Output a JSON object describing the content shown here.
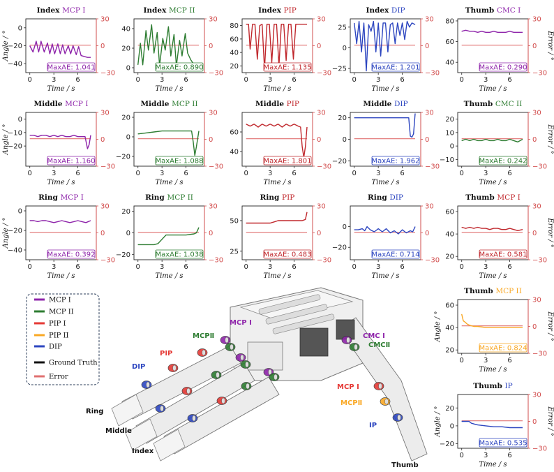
{
  "legend": {
    "items": [
      {
        "label": "MCP I",
        "color": "#8e24aa"
      },
      {
        "label": "MCP II",
        "color": "#2e7d32"
      },
      {
        "label": "PIP I",
        "color": "#e53935"
      },
      {
        "label": "PIP II",
        "color": "#f9a825"
      },
      {
        "label": "DIP",
        "color": "#2d46c0"
      },
      {
        "label": "Ground Truth",
        "color": "#111111"
      },
      {
        "label": "Error",
        "color": "#e07070"
      }
    ]
  },
  "axis_text": {
    "angle": "Angle / °",
    "error": "Error / °",
    "time": "Time / s"
  },
  "hand_labels": [
    {
      "text": "MCP I",
      "color": "#8e24aa"
    },
    {
      "text": "MCPⅡ",
      "color": "#2e7d32"
    },
    {
      "text": "PIP",
      "color": "#e53935"
    },
    {
      "text": "DIP",
      "color": "#2d46c0"
    },
    {
      "text": "CMC I",
      "color": "#8e24aa"
    },
    {
      "text": "CMCⅡ",
      "color": "#2e7d32"
    },
    {
      "text": "MCP I",
      "color": "#e53935"
    },
    {
      "text": "MCPⅡ",
      "color": "#f9a825"
    },
    {
      "text": "IP",
      "color": "#2d46c0"
    },
    {
      "text": "Ring",
      "color": "#111111"
    },
    {
      "text": "Middle",
      "color": "#111111"
    },
    {
      "text": "Index",
      "color": "#111111"
    },
    {
      "text": "Thumb",
      "color": "#111111"
    }
  ],
  "chart_data": [
    {
      "type": "line",
      "title_prefix": "Index",
      "title_joint": "MCP I",
      "color": "#8e24aa",
      "ylim": [
        -50,
        10
      ],
      "yticks": [
        -40,
        -20,
        0
      ],
      "y2lim": [
        -30,
        30
      ],
      "y2ticks": [
        -30,
        0,
        30
      ],
      "xlim": [
        -0.5,
        8.3
      ],
      "xticks": [
        0,
        3,
        6
      ],
      "x": [
        0,
        0.4,
        0.8,
        1.1,
        1.4,
        1.8,
        2.2,
        2.5,
        2.8,
        3.1,
        3.5,
        3.8,
        4.1,
        4.4,
        4.8,
        5.1,
        5.4,
        5.8,
        6.1,
        6.4,
        6.8,
        7.2,
        7.6
      ],
      "y": [
        -20,
        -27,
        -15,
        -27,
        -15,
        -27,
        -17,
        -29,
        -18,
        -29,
        -18,
        -29,
        -19,
        -29,
        -20,
        -29,
        -20,
        -30,
        -21,
        -31,
        -32,
        -33,
        -33
      ],
      "max_ae": "MaxAE: 1.041"
    },
    {
      "type": "line",
      "title_prefix": "Index",
      "title_joint": "MCP II",
      "color": "#2e7d32",
      "ylim": [
        -5,
        50
      ],
      "yticks": [
        0,
        20,
        40
      ],
      "y2lim": [
        -30,
        30
      ],
      "y2ticks": [
        -30,
        0,
        30
      ],
      "xlim": [
        -0.5,
        8.3
      ],
      "xticks": [
        0,
        3,
        6
      ],
      "x": [
        0,
        0.3,
        0.6,
        1.0,
        1.3,
        1.7,
        2.0,
        2.4,
        2.7,
        3.1,
        3.4,
        3.8,
        4.1,
        4.5,
        4.8,
        5.2,
        5.5,
        5.9,
        6.2,
        6.6,
        7.0,
        7.6
      ],
      "y": [
        3,
        25,
        3,
        38,
        18,
        44,
        15,
        36,
        2,
        30,
        18,
        42,
        12,
        34,
        2,
        28,
        12,
        35,
        15,
        8,
        3,
        3
      ],
      "max_ae": "MaxAE: 0.890"
    },
    {
      "type": "line",
      "title_prefix": "Index",
      "title_joint": "PIP",
      "color": "#c0282d",
      "ylim": [
        10,
        90
      ],
      "yticks": [
        20,
        40,
        60,
        80
      ],
      "y2lim": [
        -30,
        30
      ],
      "y2ticks": [
        -30,
        0,
        30
      ],
      "xlim": [
        -0.5,
        8.3
      ],
      "xticks": [
        0,
        3,
        6
      ],
      "x": [
        0,
        0.3,
        0.5,
        0.8,
        1.1,
        1.4,
        1.7,
        2.0,
        2.3,
        2.6,
        2.9,
        3.2,
        3.5,
        3.8,
        4.1,
        4.4,
        4.7,
        5.0,
        5.3,
        5.6,
        5.9,
        6.2,
        6.5,
        6.8,
        7.2,
        7.6
      ],
      "y": [
        82,
        82,
        45,
        82,
        82,
        30,
        80,
        82,
        15,
        82,
        82,
        25,
        82,
        82,
        20,
        82,
        82,
        28,
        82,
        82,
        30,
        82,
        82,
        82,
        82,
        82
      ],
      "max_ae": "MaxAE: 1.135"
    },
    {
      "type": "line",
      "title_prefix": "Index",
      "title_joint": "DIP",
      "color": "#2d46c0",
      "ylim": [
        -30,
        35
      ],
      "yticks": [
        -25,
        0,
        25
      ],
      "y2lim": [
        -30,
        30
      ],
      "y2ticks": [
        -30,
        0,
        30
      ],
      "xlim": [
        -0.5,
        8.3
      ],
      "xticks": [
        0,
        3,
        6
      ],
      "x": [
        0,
        0.3,
        0.6,
        0.9,
        1.2,
        1.5,
        1.8,
        2.1,
        2.4,
        2.7,
        3.0,
        3.3,
        3.6,
        3.9,
        4.2,
        4.5,
        4.8,
        5.1,
        5.4,
        5.7,
        6.0,
        6.3,
        6.6,
        6.9,
        7.2,
        7.6
      ],
      "y": [
        30,
        5,
        32,
        -5,
        30,
        -28,
        28,
        20,
        32,
        -5,
        30,
        -10,
        30,
        30,
        -5,
        28,
        30,
        5,
        30,
        15,
        30,
        10,
        32,
        25,
        30,
        28
      ],
      "max_ae": "MaxAE: 1.201"
    },
    {
      "type": "line",
      "title_prefix": "Thumb",
      "title_joint": "CMC I",
      "color": "#8e24aa",
      "ylim": [
        30,
        82
      ],
      "yticks": [
        40,
        60,
        80
      ],
      "y2lim": [
        -30,
        30
      ],
      "y2ticks": [
        -30,
        0,
        30
      ],
      "xlim": [
        -0.5,
        8.3
      ],
      "xticks": [
        0,
        3,
        6
      ],
      "x": [
        0,
        0.5,
        1,
        1.5,
        2,
        2.5,
        3,
        3.5,
        4,
        4.5,
        5,
        5.5,
        6,
        6.5,
        7,
        7.6
      ],
      "y": [
        70,
        71,
        70,
        70,
        69,
        70,
        69,
        69,
        70,
        69,
        69,
        69,
        70,
        69,
        69,
        69
      ],
      "max_ae": "MaxAE: 0.290"
    },
    {
      "type": "line",
      "title_prefix": "Middle",
      "title_joint": "MCP I",
      "color": "#8e24aa",
      "ylim": [
        -35,
        5
      ],
      "yticks": [
        -20,
        -10,
        0
      ],
      "y2lim": [
        -30,
        30
      ],
      "y2ticks": [
        -30,
        0,
        30
      ],
      "xlim": [
        -0.5,
        8.3
      ],
      "xticks": [
        0,
        3,
        6
      ],
      "x": [
        0,
        0.5,
        1,
        1.5,
        2,
        2.5,
        3,
        3.5,
        4,
        4.5,
        5,
        5.5,
        6,
        6.5,
        6.9,
        7.2,
        7.4,
        7.6
      ],
      "y": [
        -12,
        -12,
        -13,
        -12,
        -12,
        -13,
        -12,
        -13,
        -12,
        -13,
        -13,
        -12,
        -13,
        -13,
        -13,
        -22,
        -19,
        -12
      ],
      "max_ae": "MaxAE: 1.160"
    },
    {
      "type": "line",
      "title_prefix": "Middle",
      "title_joint": "MCP II",
      "color": "#2e7d32",
      "ylim": [
        -30,
        25
      ],
      "yticks": [
        -20,
        0,
        20
      ],
      "y2lim": [
        -30,
        30
      ],
      "y2ticks": [
        -30,
        0,
        30
      ],
      "xlim": [
        -0.5,
        8.3
      ],
      "xticks": [
        0,
        3,
        6
      ],
      "x": [
        0,
        1,
        2,
        3,
        4,
        5,
        6,
        6.7,
        6.9,
        7.1,
        7.3,
        7.6
      ],
      "y": [
        3,
        4,
        5,
        6,
        6,
        6,
        6,
        6,
        -5,
        -19,
        -10,
        6
      ],
      "max_ae": "MaxAE: 1.088"
    },
    {
      "type": "line",
      "title_prefix": "Middle",
      "title_joint": "PIP",
      "color": "#c0282d",
      "ylim": [
        25,
        80
      ],
      "yticks": [
        40,
        60
      ],
      "y2lim": [
        -30,
        30
      ],
      "y2ticks": [
        -30,
        0,
        30
      ],
      "xlim": [
        -0.5,
        8.3
      ],
      "xticks": [
        0,
        3,
        6
      ],
      "x": [
        0,
        0.5,
        1,
        1.5,
        2,
        2.5,
        3,
        3.5,
        4,
        4.5,
        5,
        5.5,
        6,
        6.5,
        6.8,
        7.0,
        7.2,
        7.4,
        7.6
      ],
      "y": [
        68,
        66,
        68,
        65,
        68,
        66,
        68,
        66,
        68,
        65,
        68,
        66,
        68,
        66,
        65,
        45,
        34,
        45,
        65
      ],
      "max_ae": "MaxAE: 1.801"
    },
    {
      "type": "line",
      "title_prefix": "Middle",
      "title_joint": "DIP",
      "color": "#2d46c0",
      "ylim": [
        -25,
        25
      ],
      "yticks": [
        -20,
        0,
        20
      ],
      "y2lim": [
        -30,
        30
      ],
      "y2ticks": [
        -30,
        0,
        30
      ],
      "xlim": [
        -0.5,
        8.3
      ],
      "xticks": [
        0,
        3,
        6
      ],
      "x": [
        0,
        1,
        2,
        3,
        4,
        5,
        6,
        6.8,
        7.0,
        7.2,
        7.4,
        7.6
      ],
      "y": [
        20,
        20,
        20,
        20,
        20,
        20,
        20,
        20,
        3,
        2,
        5,
        24
      ],
      "max_ae": "MaxAE: 1.962"
    },
    {
      "type": "line",
      "title_prefix": "Thumb",
      "title_joint": "CMC II",
      "color": "#2e7d32",
      "ylim": [
        -15,
        25
      ],
      "yticks": [
        -10,
        0,
        10,
        20
      ],
      "y2lim": [
        -30,
        30
      ],
      "y2ticks": [
        -30,
        0,
        30
      ],
      "xlim": [
        -0.5,
        8.3
      ],
      "xticks": [
        0,
        3,
        6
      ],
      "x": [
        0,
        0.5,
        1,
        1.5,
        2,
        2.5,
        3,
        3.5,
        4,
        4.5,
        5,
        5.5,
        6,
        6.5,
        7,
        7.6
      ],
      "y": [
        4,
        5,
        4,
        5,
        4,
        4,
        5,
        4,
        4,
        5,
        4,
        4,
        5,
        4,
        3,
        5
      ],
      "max_ae": "MaxAE: 0.242"
    },
    {
      "type": "line",
      "title_prefix": "Ring",
      "title_joint": "MCP I",
      "color": "#8e24aa",
      "ylim": [
        -50,
        5
      ],
      "yticks": [
        -40,
        -20,
        0
      ],
      "y2lim": [
        -30,
        30
      ],
      "y2ticks": [
        -30,
        0,
        30
      ],
      "xlim": [
        -0.5,
        8.3
      ],
      "xticks": [
        0,
        3,
        6
      ],
      "x": [
        0,
        0.5,
        1,
        1.5,
        2,
        2.5,
        3,
        3.5,
        4,
        4.5,
        5,
        5.5,
        6,
        6.5,
        7,
        7.6
      ],
      "y": [
        -10,
        -10,
        -11,
        -10,
        -10,
        -11,
        -12,
        -11,
        -10,
        -11,
        -12,
        -11,
        -10,
        -11,
        -12,
        -10
      ],
      "max_ae": "MaxAE: 0.392"
    },
    {
      "type": "line",
      "title_prefix": "Ring",
      "title_joint": "MCP II",
      "color": "#2e7d32",
      "ylim": [
        -25,
        25
      ],
      "yticks": [
        -20,
        0,
        20
      ],
      "y2lim": [
        -30,
        30
      ],
      "y2ticks": [
        -30,
        0,
        30
      ],
      "xlim": [
        -0.5,
        8.3
      ],
      "xticks": [
        0,
        3,
        6
      ],
      "x": [
        0,
        1,
        2,
        2.5,
        3,
        3.5,
        4,
        5,
        6,
        7,
        7.3,
        7.6
      ],
      "y": [
        -11,
        -11,
        -11,
        -10,
        -6,
        -2,
        -2,
        -2,
        -2,
        -1,
        0,
        5
      ],
      "max_ae": "MaxAE: 1.038"
    },
    {
      "type": "line",
      "title_prefix": "Ring",
      "title_joint": "PIP",
      "color": "#c0282d",
      "ylim": [
        18,
        62
      ],
      "yticks": [
        25,
        50
      ],
      "y2lim": [
        -30,
        30
      ],
      "y2ticks": [
        -30,
        0,
        30
      ],
      "xlim": [
        -0.5,
        8.3
      ],
      "xticks": [
        0,
        3,
        6
      ],
      "x": [
        0,
        1,
        2,
        3,
        3.5,
        4,
        5,
        6,
        7,
        7.4,
        7.6
      ],
      "y": [
        48,
        48,
        48,
        48,
        49,
        50,
        50,
        50,
        50,
        51,
        57
      ],
      "max_ae": "MaxAE: 0.483"
    },
    {
      "type": "line",
      "title_prefix": "Ring",
      "title_joint": "DIP",
      "color": "#2d46c0",
      "ylim": [
        -32,
        20
      ],
      "yticks": [
        -20,
        0
      ],
      "y2lim": [
        -30,
        30
      ],
      "y2ticks": [
        -30,
        0,
        30
      ],
      "xlim": [
        -0.5,
        8.3
      ],
      "xticks": [
        0,
        3,
        6
      ],
      "x": [
        0,
        0.5,
        1,
        1.3,
        1.6,
        2,
        2.5,
        3,
        3.5,
        4,
        4.5,
        5,
        5.5,
        6,
        6.5,
        7,
        7.3,
        7.6
      ],
      "y": [
        -3,
        -3,
        -2,
        -4,
        0,
        -3,
        -5,
        -2,
        -5,
        -2,
        -6,
        -4,
        -7,
        -3,
        -6,
        -4,
        -5,
        0
      ],
      "max_ae": "MaxAE: 0.714"
    },
    {
      "type": "line",
      "title_prefix": "Thumb",
      "title_joint": "MCP I",
      "color": "#c0282d",
      "ylim": [
        17,
        65
      ],
      "yticks": [
        20,
        40,
        60
      ],
      "y2lim": [
        -30,
        30
      ],
      "y2ticks": [
        -30,
        0,
        30
      ],
      "xlim": [
        -0.5,
        8.3
      ],
      "xticks": [
        0,
        3,
        6
      ],
      "x": [
        0,
        0.5,
        1,
        1.5,
        2,
        2.5,
        3,
        3.5,
        4,
        4.5,
        5,
        5.5,
        6,
        6.5,
        7,
        7.6
      ],
      "y": [
        46,
        45,
        46,
        45,
        46,
        45,
        45,
        44,
        45,
        45,
        44,
        44,
        45,
        44,
        43,
        44
      ],
      "max_ae": "MaxAE: 0.581"
    },
    {
      "type": "line",
      "title_prefix": "Thumb",
      "title_joint": "MCP II",
      "color": "#f9a825",
      "ylim": [
        17,
        65
      ],
      "yticks": [
        20,
        40,
        60
      ],
      "y2lim": [
        -30,
        30
      ],
      "y2ticks": [
        -30,
        0,
        30
      ],
      "xlim": [
        -0.5,
        8.3
      ],
      "xticks": [
        0,
        3,
        6
      ],
      "x": [
        0,
        0.2,
        0.4,
        0.7,
        1,
        1.5,
        2,
        3,
        4,
        5,
        6,
        7,
        7.6
      ],
      "y": [
        52,
        46,
        45,
        43,
        42,
        41,
        41,
        40,
        40,
        40,
        40,
        40,
        40
      ],
      "max_ae": "MaxAE: 0.824"
    },
    {
      "type": "line",
      "title_prefix": "Thumb",
      "title_joint": "IP",
      "color": "#2d46c0",
      "ylim": [
        -25,
        35
      ],
      "yticks": [
        -20,
        0,
        20
      ],
      "y2lim": [
        -30,
        30
      ],
      "y2ticks": [
        -30,
        0,
        30
      ],
      "xlim": [
        -0.5,
        8.3
      ],
      "xticks": [
        0,
        3,
        6
      ],
      "x": [
        0,
        0.5,
        0.9,
        1.2,
        1.6,
        2,
        3,
        4,
        5,
        6,
        7,
        7.6
      ],
      "y": [
        5,
        5,
        5,
        3,
        2,
        1,
        0,
        -1,
        -1,
        -2,
        -2,
        -2
      ],
      "max_ae": "MaxAE: 0.535"
    }
  ]
}
